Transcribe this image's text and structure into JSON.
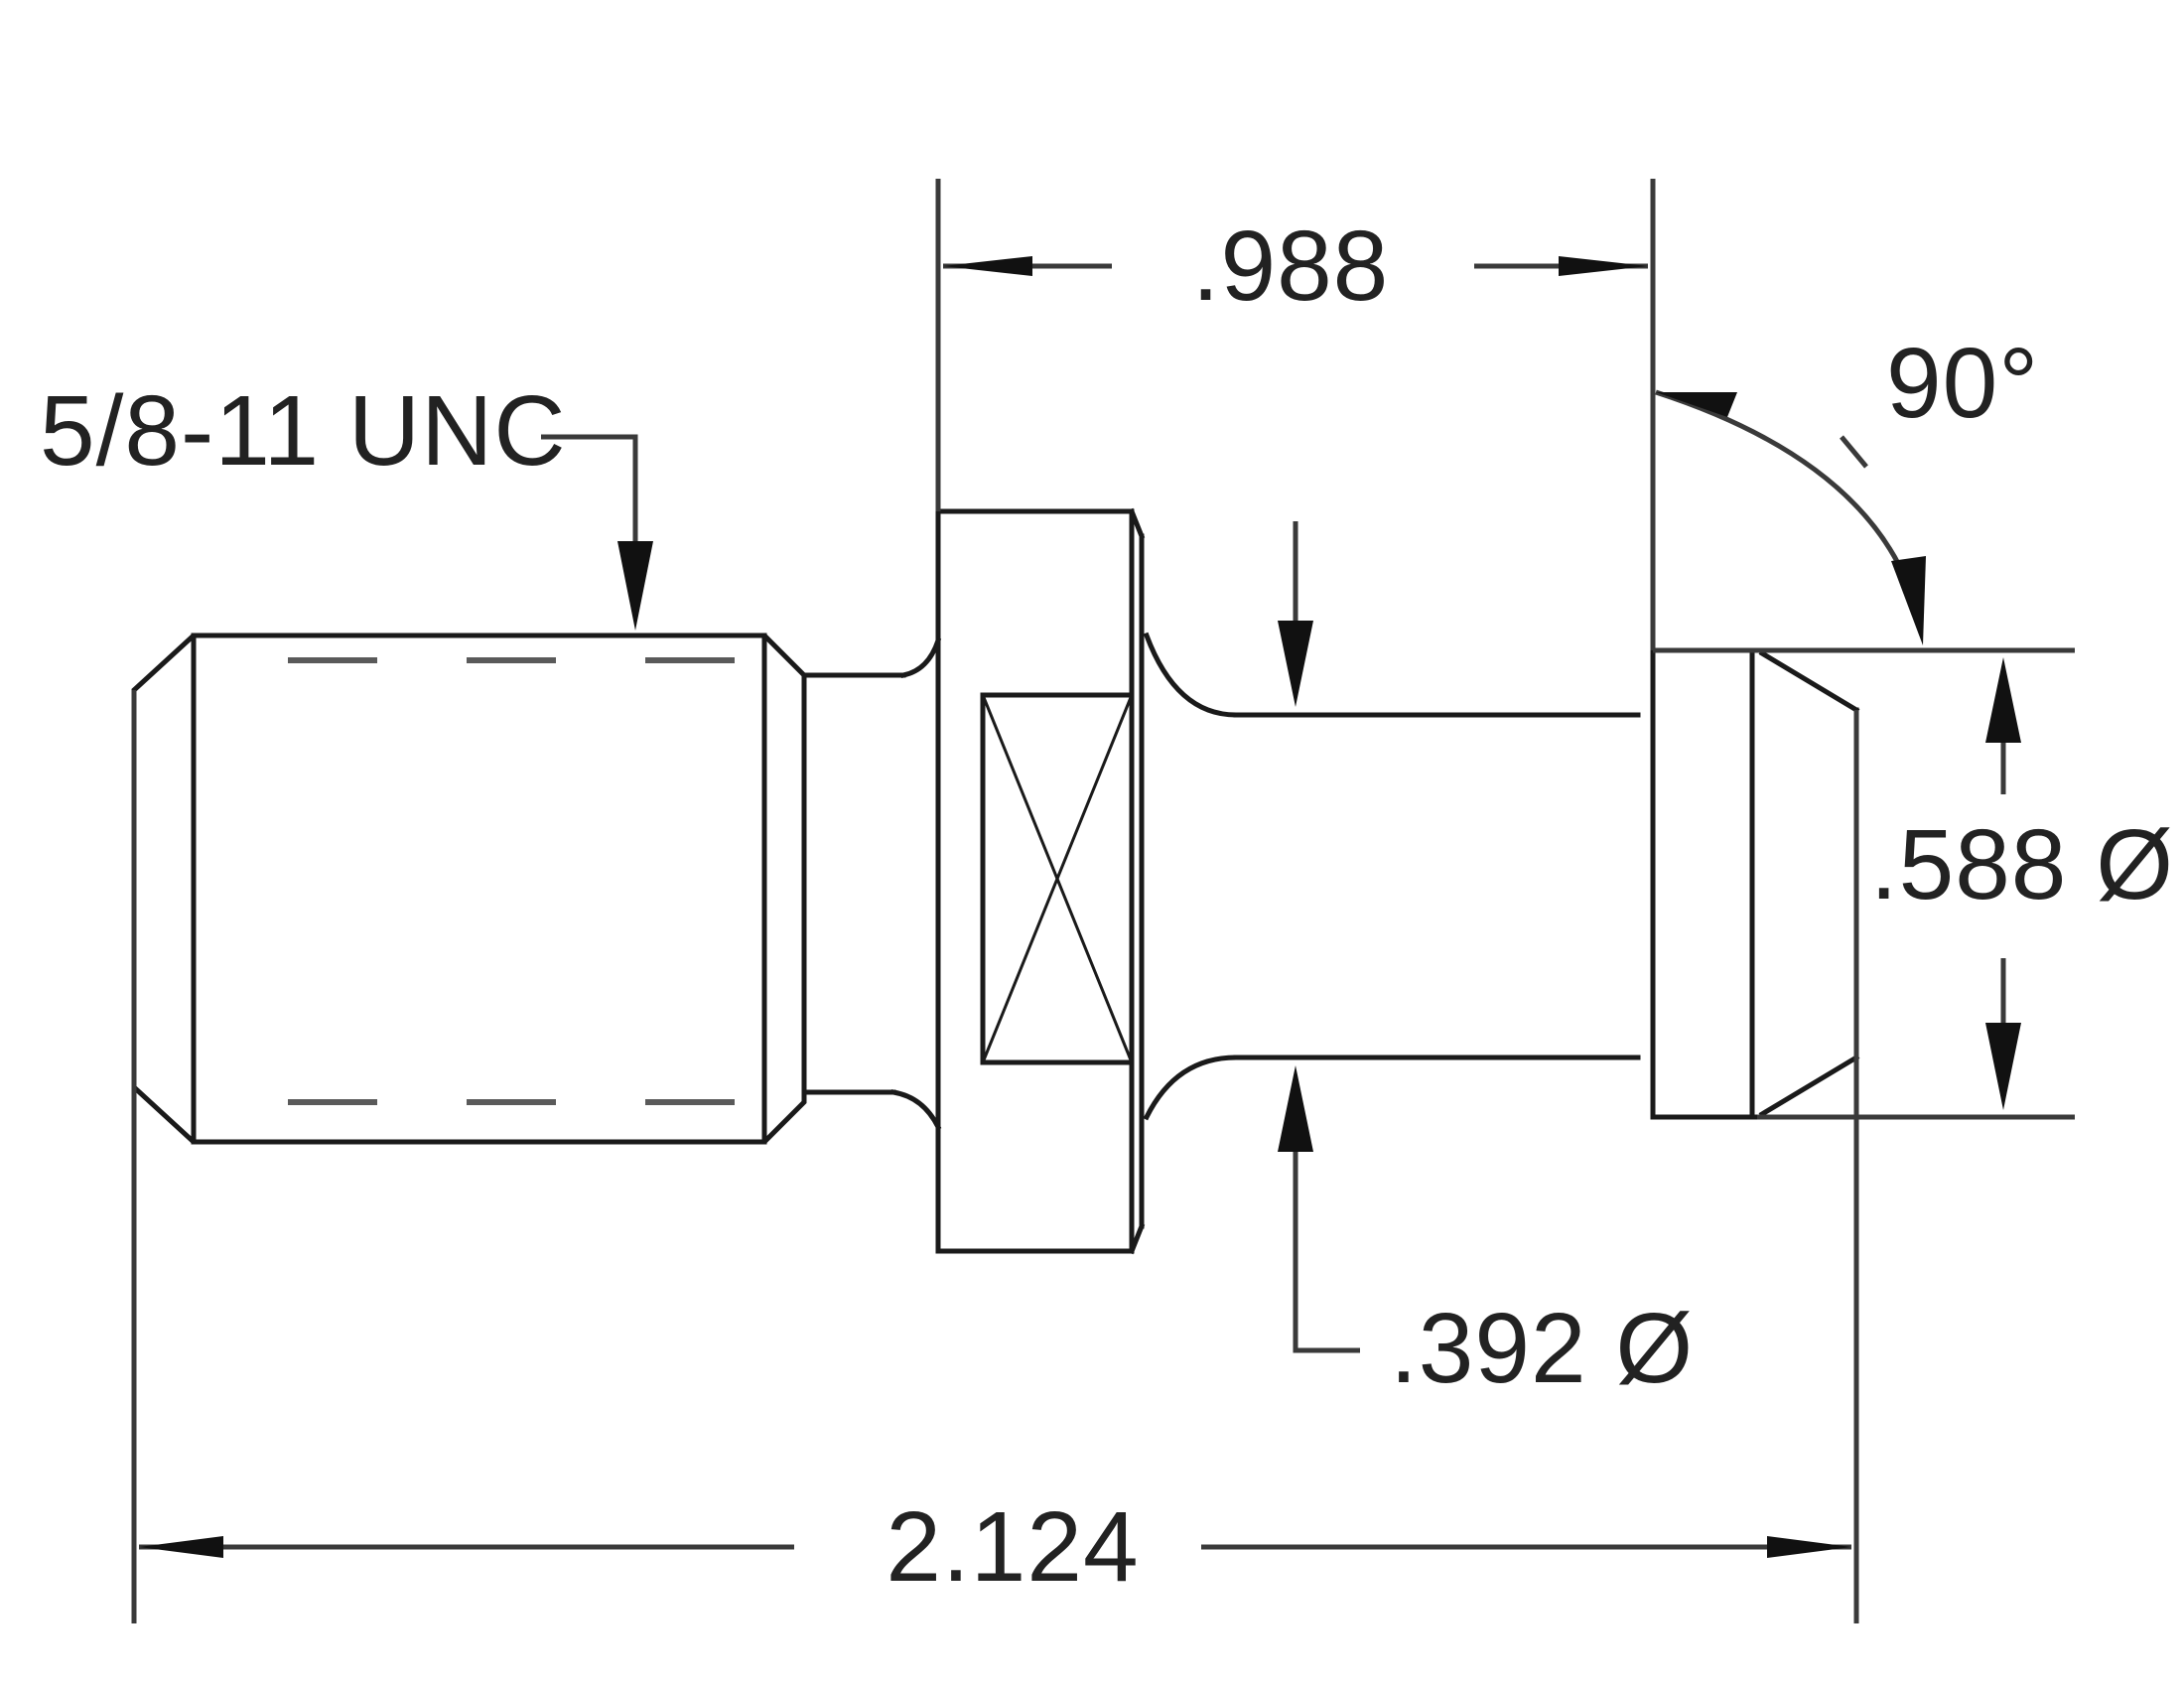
{
  "drawing": {
    "thread_callout": "5/8-11 UNC",
    "dim_overall_length": "2.124",
    "dim_collar_to_head": ".988",
    "dim_neck_diameter": ".392 Ø",
    "dim_head_diameter": ".588 Ø",
    "dim_head_angle": "90°"
  },
  "colors": {
    "ink": "#1a1a1a",
    "background": "#ffffff"
  }
}
